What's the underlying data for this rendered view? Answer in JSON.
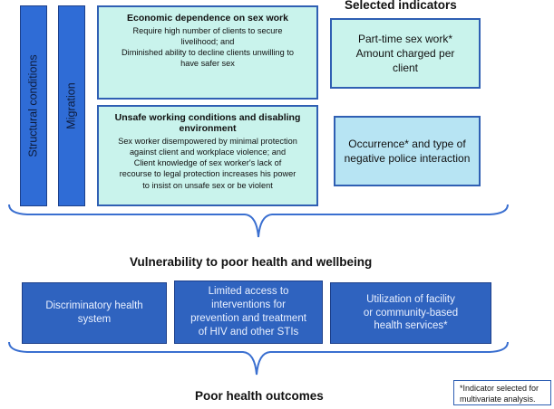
{
  "structural_label": "Structural conditions",
  "migration_label": "Migration",
  "selected_indicators_title": "Selected indicators",
  "economic_box": {
    "title": "Economic dependence on sex work",
    "lines": [
      "Require high number of clients to secure",
      "livelihood; and",
      "Diminished ability to decline clients unwilling to",
      "have safer sex"
    ]
  },
  "unsafe_box": {
    "title_line1": "Unsafe working conditions and disabling",
    "title_line2": "environment",
    "lines": [
      "Sex worker disempowered by minimal protection",
      "against client and workplace violence; and",
      "Client knowledge of  sex worker's lack of",
      "recourse to legal protection increases his power",
      "to insist on unsafe sex or be violent"
    ]
  },
  "indicator_1": {
    "lines": [
      "Part-time sex work*",
      "Amount charged per",
      "client"
    ]
  },
  "indicator_2": {
    "lines": [
      "Occurrence* and type of",
      "negative police interaction"
    ]
  },
  "vulnerability_title": "Vulnerability to poor health and wellbeing",
  "health_boxes": [
    {
      "lines": [
        "Discriminatory health",
        "system"
      ]
    },
    {
      "lines": [
        "Limited access to",
        "interventions for",
        "prevention and treatment",
        "of HIV and other STIs"
      ]
    },
    {
      "lines": [
        "Utilization of facility",
        "or community-based",
        "health services*"
      ]
    }
  ],
  "outcomes_title": "Poor health outcomes",
  "footnote": {
    "lines": [
      "*Indicator selected for",
      "multivariate analysis."
    ]
  },
  "colors": {
    "bar_blue": "#2f6cd6",
    "box_blue": "#2f63bf",
    "mint": "#c9f3ec",
    "border_blue": "#2f5fb3",
    "brace_blue": "#3a6fd0"
  }
}
